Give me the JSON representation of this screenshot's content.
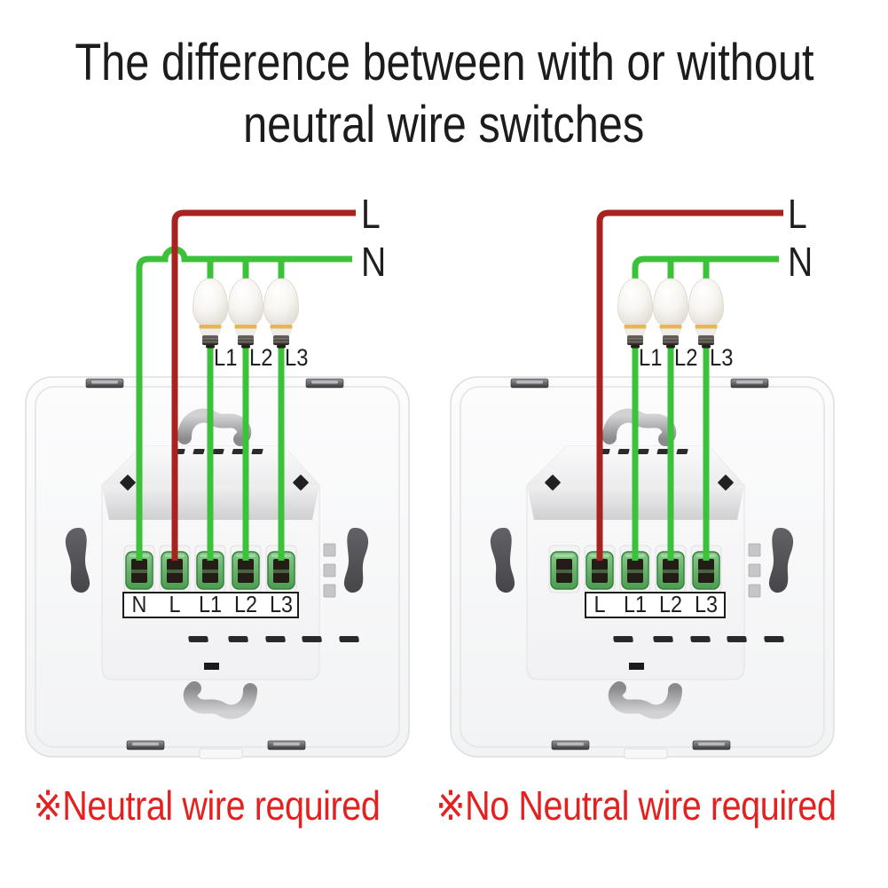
{
  "title": {
    "line1": "The difference between with or without",
    "line2": "neutral wire switches"
  },
  "colors": {
    "live_wire": "#a82320",
    "neutral_wire": "#3cc13a",
    "caption_red": "#e32120",
    "title_text": "#1c1c1c",
    "terminal_green": "#4c9b51",
    "bulb_band_gold": "#e9b54e"
  },
  "diagrams": [
    {
      "name": "with-neutral-wire-switch",
      "live_label": "L",
      "neutral_label": "N",
      "bulbs": [
        "L1",
        "L2",
        "L3"
      ],
      "terminals": [
        "N",
        "L",
        "L1",
        "L2",
        "L3"
      ],
      "caption": "※Neutral wire required"
    },
    {
      "name": "no-neutral-wire-switch",
      "live_label": "L",
      "neutral_label": "N",
      "bulbs": [
        "L1",
        "L2",
        "L3"
      ],
      "terminals": [
        "L",
        "L1",
        "L2",
        "L3"
      ],
      "caption": "※No Neutral wire required"
    }
  ]
}
